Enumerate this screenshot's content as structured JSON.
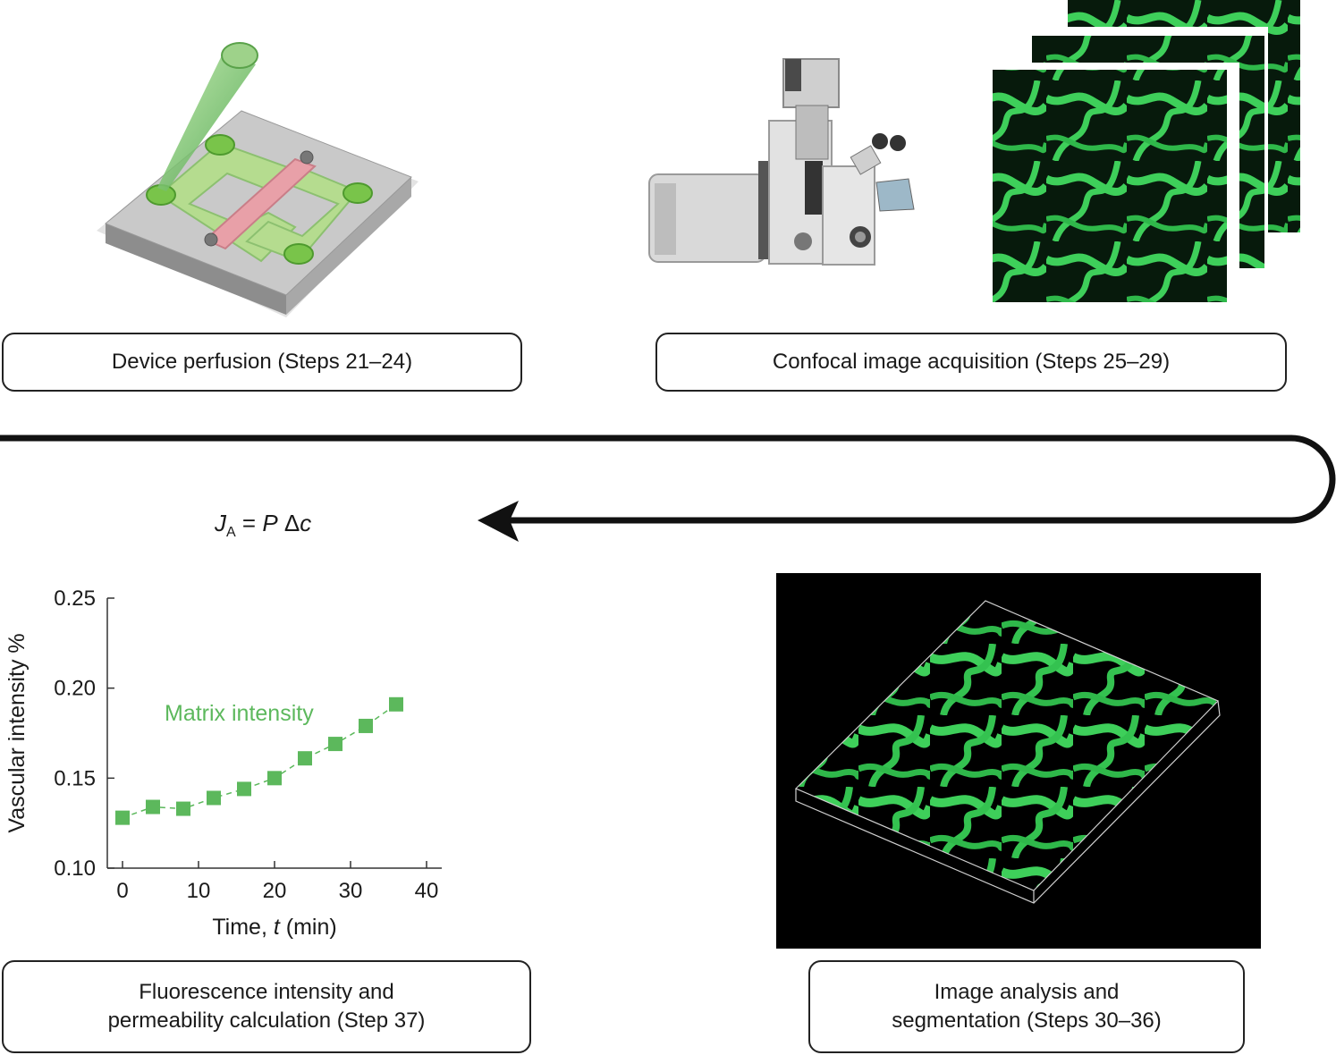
{
  "steps": {
    "perfusion": "Device perfusion (Steps 21–24)",
    "acquisition": "Confocal image acquisition (Steps 25–29)",
    "fluorescence_line1": "Fluorescence intensity and",
    "fluorescence_line2": "permeability calculation (Step 37)",
    "analysis_line1": "Image analysis and",
    "analysis_line2": "segmentation (Steps 30–36)"
  },
  "equation": {
    "flux": "J",
    "flux_sub": "A",
    "rest": " = ",
    "p": "P",
    "delta": " Δ",
    "c": "c"
  },
  "colors": {
    "accent_green": "#5cb85c",
    "vessel_green": "#3ecf5a",
    "channel_pink": "#e8a0a8"
  },
  "chart_data": {
    "type": "scatter",
    "title": "",
    "xlabel_prefix": "Time, ",
    "xlabel_var": "t",
    "xlabel_unit": " (min)",
    "ylabel": "Vascular intensity %",
    "xlim": [
      0,
      40
    ],
    "ylim": [
      0.1,
      0.25
    ],
    "x_ticks": [
      "0",
      "10",
      "20",
      "30",
      "40"
    ],
    "y_ticks": [
      "0.25",
      "0.20",
      "0.15",
      "0.10"
    ],
    "series": [
      {
        "name": "Matrix intensity",
        "x": [
          0,
          4,
          8,
          12,
          16,
          20,
          24,
          28,
          32,
          36
        ],
        "y": [
          0.128,
          0.134,
          0.133,
          0.139,
          0.144,
          0.15,
          0.161,
          0.169,
          0.179,
          0.191
        ]
      }
    ]
  }
}
